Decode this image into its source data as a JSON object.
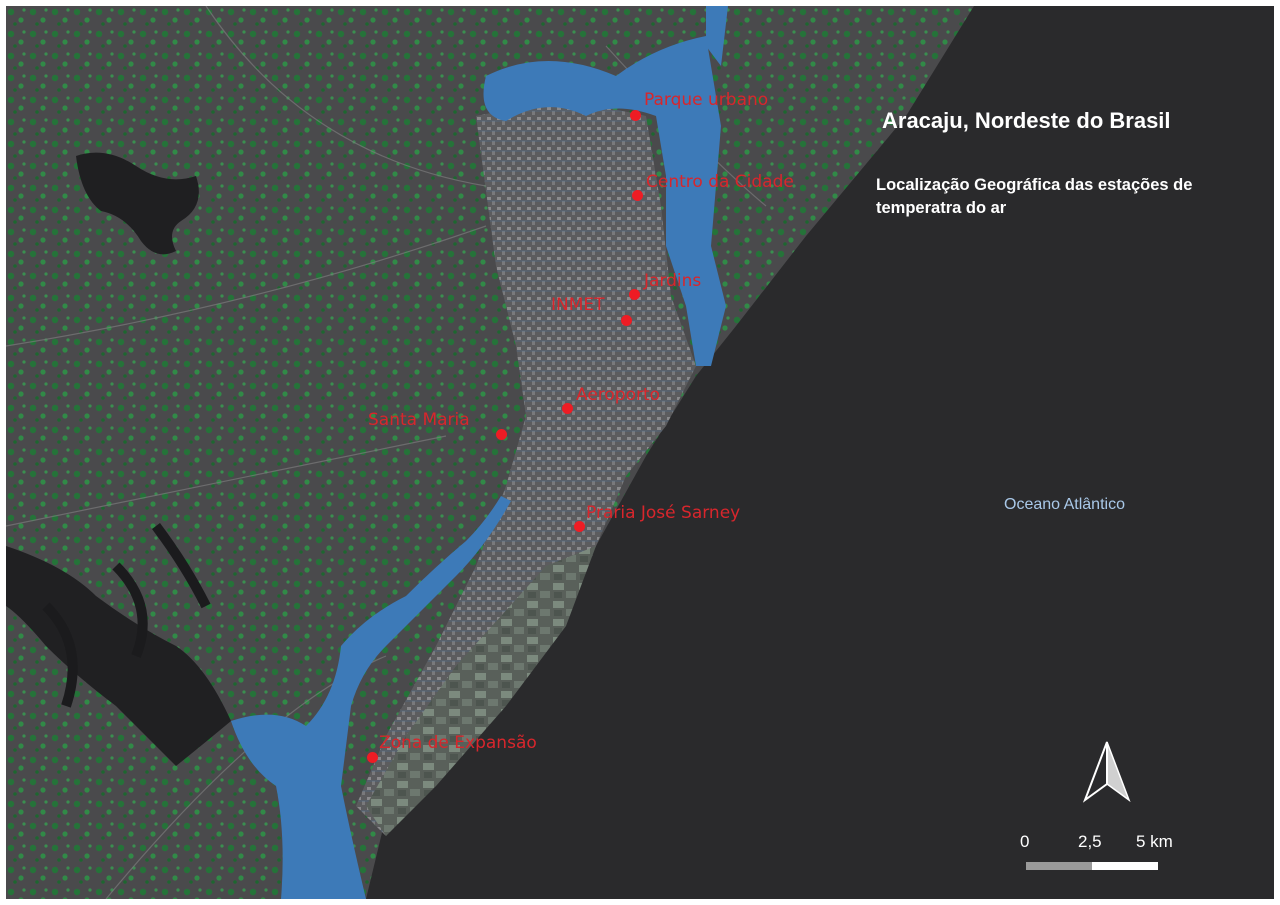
{
  "map": {
    "title": "Aracaju, Nordeste do Brasil",
    "subtitle": "Localização Geográfica das estações de temperatra do ar",
    "ocean_label": "Oceano Atlântico",
    "colors": {
      "ocean": "#2a2a2c",
      "land": "#4a4a4c",
      "vegetation": "#1f8a3c",
      "river": "#3d7ab8",
      "urban": "#6e6e70",
      "station": "#ee1c24",
      "station_label": "#d8262c"
    },
    "stations": [
      {
        "name": "Parque urbano"
      },
      {
        "name": "Centro da Cidade"
      },
      {
        "name": "Jardins"
      },
      {
        "name": "INMET"
      },
      {
        "name": "Aeroporto"
      },
      {
        "name": "Santa Maria"
      },
      {
        "name": "Praria José Sarney"
      },
      {
        "name": "Zona de Expansão"
      }
    ],
    "scale": {
      "labels": [
        "0",
        "2,5",
        "5 km"
      ]
    },
    "north_arrow_icon": "north-arrow-icon"
  }
}
